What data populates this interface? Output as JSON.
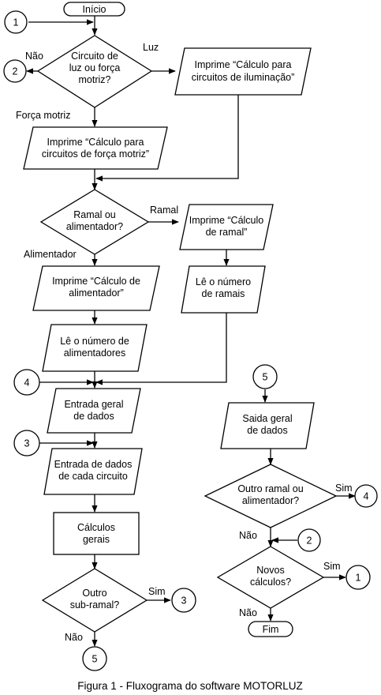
{
  "terminals": {
    "start": "Início",
    "end": "Fim"
  },
  "decisions": {
    "circuit_type": [
      "Circuito de",
      "luz ou força",
      "motriz?"
    ],
    "ramal_or_feeder": [
      "Ramal ou",
      "alimentador?"
    ],
    "another_subramal": [
      "Outro",
      "sub-ramal?"
    ],
    "another_ramal": [
      "Outro ramal ou",
      "alimentador?"
    ],
    "new_calcs": [
      "Novos",
      "cálculos?"
    ]
  },
  "io": {
    "print_lighting": [
      "Imprime “Cálculo para",
      "circuitos de iluminação”"
    ],
    "print_motor": [
      "Imprime “Cálculo para",
      "circuitos de força motriz”"
    ],
    "print_ramal": [
      "Imprime “Cálculo",
      "de ramal”"
    ],
    "print_feeder": [
      "Imprime “Cálculo de",
      "alimentador”"
    ],
    "read_ramais": [
      "Lê o número",
      "de ramais"
    ],
    "read_feeders": [
      "Lê o número de",
      "alimentadores"
    ],
    "general_input": [
      "Entrada geral",
      "de dados"
    ],
    "circuit_input": [
      "Entrada de dados",
      "de cada circuito"
    ],
    "general_output": [
      "Saida geral",
      "de dados"
    ]
  },
  "process": {
    "calculations": [
      "Cálculos",
      "gerais"
    ]
  },
  "edge_labels": {
    "nao_1": "Não",
    "luz": "Luz",
    "forca_motriz": "Força motriz",
    "ramal": "Ramal",
    "alimentador": "Alimentador",
    "sim_subramal": "Sim",
    "nao_subramal": "Não",
    "sim_ramal": "Sim",
    "nao_ramal": "Não",
    "sim_new": "Sim",
    "nao_new": "Não"
  },
  "connectors": {
    "c1_top": "1",
    "c2_left": "2",
    "c4_left": "4",
    "c3_left": "3",
    "c3_right": "3",
    "c5_bottom": "5",
    "c5_top": "5",
    "c4_right": "4",
    "c2_right": "2",
    "c1_right": "1"
  },
  "caption": "Figura 1 - Fluxograma do software MOTORLUZ"
}
